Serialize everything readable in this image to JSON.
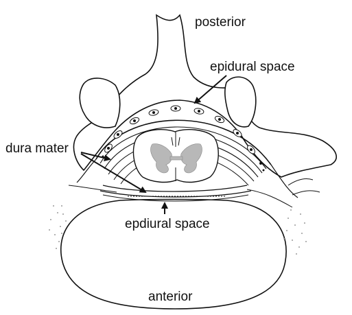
{
  "labels": {
    "posterior": "posterior",
    "epidural_top": "epidural space",
    "dura": "dura mater",
    "epidural_bottom": "epdiural space",
    "anterior": "anterior"
  },
  "colors": {
    "ink": "#111111",
    "gray_matter": "#b8b8b8",
    "stipple": "#9a9a9a",
    "background": "#ffffff"
  }
}
